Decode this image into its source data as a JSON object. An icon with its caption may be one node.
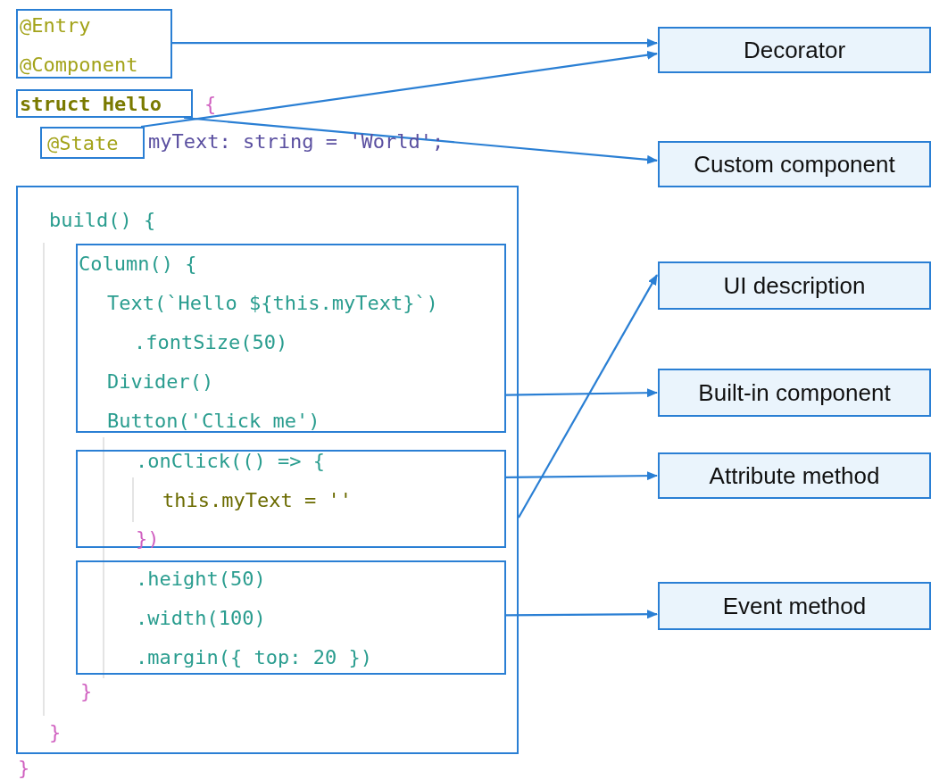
{
  "diagram": {
    "nodes": [
      {
        "text": [
          "@Entry",
          "@Component"
        ]
      },
      {
        "text": [
          "struct Hello"
        ]
      },
      {
        "text": [
          "@State"
        ]
      },
      {
        "text": [
          "build() {",
          "}",
          "}"
        ]
      },
      {
        "text": [
          "Column() {",
          "Text(`Hello ${this.myText}`)",
          ".fontSize(50)",
          "Divider()",
          "Button('Click me')"
        ],
        "in": 3
      },
      {
        "text": [
          ".onClick(() => {",
          "this.myText = ''",
          "})"
        ],
        "in": 3
      },
      {
        "text": [
          ".height(50)",
          ".width(100)",
          ".margin({ top: 20 })"
        ],
        "in": 3
      },
      {
        "text": [
          "Decorator"
        ]
      },
      {
        "text": [
          "Custom component"
        ]
      },
      {
        "text": [
          "UI description"
        ]
      },
      {
        "text": [
          "Built-in component"
        ]
      },
      {
        "text": [
          "Attribute method"
        ]
      },
      {
        "text": [
          "Event method"
        ]
      }
    ],
    "edges": [
      {
        "from": 0,
        "to": 7,
        "arrow": "to"
      },
      {
        "from": 2,
        "to": 7,
        "arrow": "to"
      },
      {
        "from": 1,
        "to": 8,
        "arrow": "to"
      },
      {
        "from": 3,
        "to": 9,
        "arrow": "to"
      },
      {
        "from": 4,
        "to": 10,
        "arrow": "to"
      },
      {
        "from": 5,
        "to": 11,
        "arrow": "to"
      },
      {
        "from": 6,
        "to": 12,
        "arrow": "to"
      }
    ],
    "labels": [
      "{",
      "myText: string = 'World';",
      "}"
    ]
  }
}
